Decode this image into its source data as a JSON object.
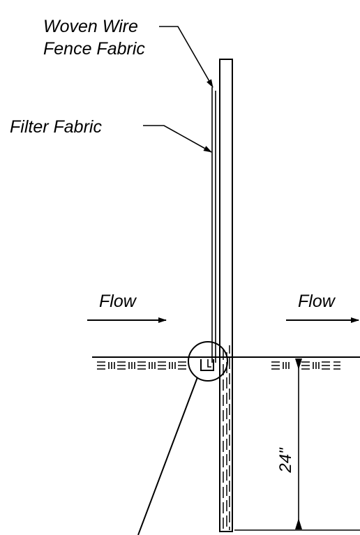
{
  "labels": {
    "woven_wire_line1": "Woven Wire",
    "woven_wire_line2": "Fence Fabric",
    "filter_fabric": "Filter Fabric",
    "flow_left": "Flow",
    "flow_right": "Flow",
    "depth": "24\""
  },
  "soil_symbol": "≡",
  "colors": {
    "ink": "#000000",
    "background": "#ffffff"
  }
}
